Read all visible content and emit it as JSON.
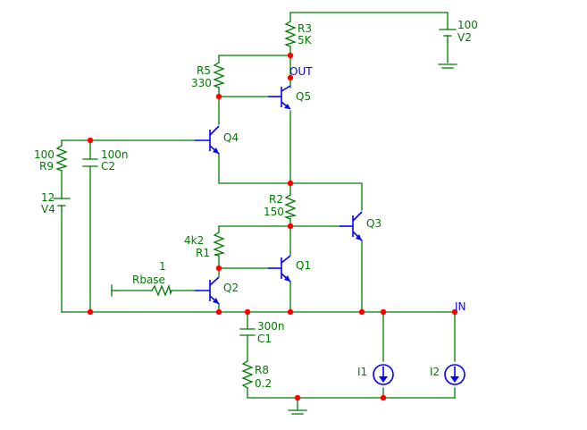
{
  "components": {
    "r3": {
      "name": "R3",
      "value": "5K"
    },
    "v2": {
      "value": "100",
      "name": "V2"
    },
    "r5": {
      "name": "R5",
      "value": "330"
    },
    "out_label": "OUT",
    "q5": {
      "name": "Q5"
    },
    "q4": {
      "name": "Q4"
    },
    "r9": {
      "value": "100",
      "name": "R9"
    },
    "c2": {
      "value": "100n",
      "name": "C2"
    },
    "v4": {
      "value": "12",
      "name": "V4"
    },
    "r2": {
      "name": "R2",
      "value": "150"
    },
    "q3": {
      "name": "Q3"
    },
    "r1": {
      "value": "4k2",
      "name": "R1"
    },
    "q1": {
      "name": "Q1"
    },
    "rbase": {
      "value": "1",
      "name": "Rbase"
    },
    "q2": {
      "name": "Q2"
    },
    "in_label": "IN",
    "c1": {
      "value": "300n",
      "name": "C1"
    },
    "r8": {
      "name": "R8",
      "value": "0.2"
    },
    "i1": {
      "name": "I1"
    },
    "i2": {
      "name": "I2"
    }
  },
  "colors": {
    "wire": "#007a00",
    "component": "#0000ff",
    "node": "#ff0000",
    "background": "#ffffff"
  }
}
